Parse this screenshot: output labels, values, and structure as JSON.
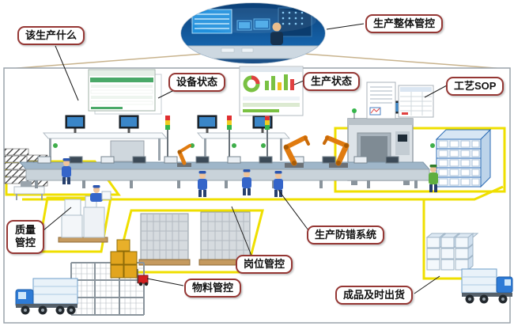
{
  "callouts": {
    "what_to_produce": "该生产什么",
    "overall_production_control": "生产整体管控",
    "equipment_status": "设备状态",
    "production_status": "生产状态",
    "process_sop": "工艺SOP",
    "quality_control": "质量管控",
    "production_error_proofing": "生产防错系统",
    "station_control": "岗位管控",
    "material_control": "物料管控",
    "finished_goods_shipment": "成品及时出货"
  },
  "colors": {
    "callout_border": "#953734",
    "floor_marking": "#efdf00",
    "robot_orange": "#e07b10",
    "worker_blue": "#3565c9",
    "truck_blue": "#2e7bd6",
    "control_room_blue": "#0d4880",
    "accent_green": "#35b54a"
  }
}
